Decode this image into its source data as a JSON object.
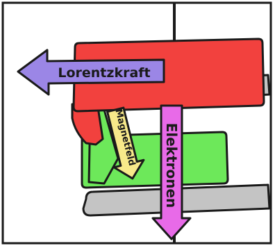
{
  "labels": {
    "force": "Lorentzkraft",
    "field": "Magnetfeld",
    "electrons": "Elektronen"
  },
  "colors": {
    "force_arrow": "#9b86e6",
    "field_arrow": "#f7e98a",
    "electron_arrow": "#e86ae8",
    "magnet_red": "#f2413e",
    "magnet_green": "#6de85a",
    "rail_gray": "#c4c4c4",
    "outline": "#1a1a1a"
  }
}
